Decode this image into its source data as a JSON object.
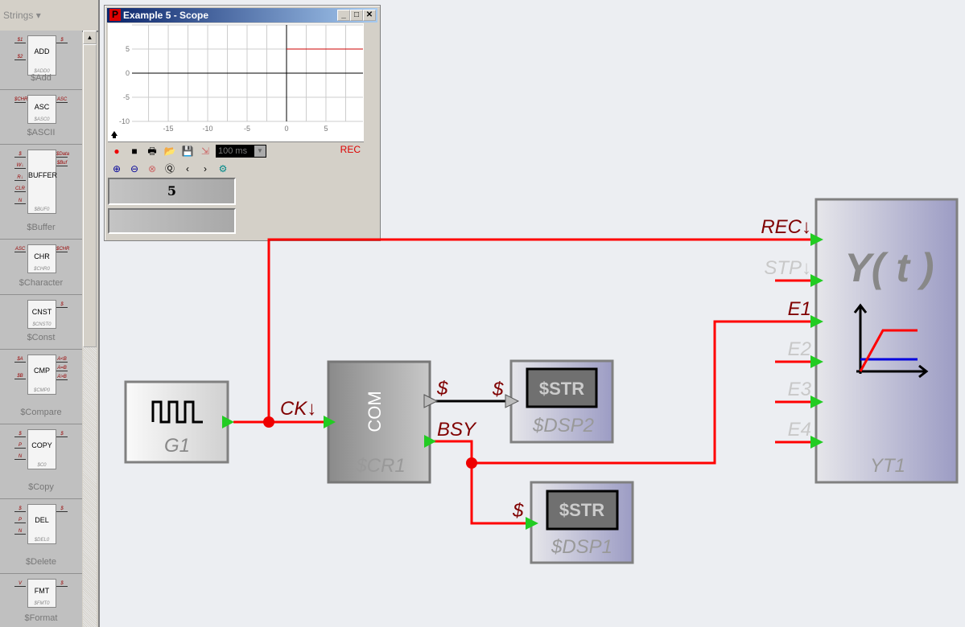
{
  "palette": {
    "category": "Strings",
    "items": [
      {
        "label": "$Add",
        "block": "ADD",
        "sub": "$ADD0",
        "inputs": [
          "$1",
          "$2"
        ],
        "outputs": [
          "$"
        ]
      },
      {
        "label": "$ASCII",
        "block": "ASC",
        "sub": "$ASC0",
        "inputs": [
          "$CHR"
        ],
        "outputs": [
          "ASC"
        ]
      },
      {
        "label": "$Buffer",
        "block": "BUFFER",
        "sub": "$BUF0",
        "inputs": [
          "$",
          "W↓",
          "R↓",
          "CLR",
          "N"
        ],
        "outputs": [
          "$Data",
          "$Buf"
        ]
      },
      {
        "label": "$Character",
        "block": "CHR",
        "sub": "$CHR0",
        "inputs": [
          "ASC"
        ],
        "outputs": [
          "$CHR"
        ]
      },
      {
        "label": "$Const",
        "block": "CNST",
        "sub": "$CNST0",
        "inputs": [],
        "outputs": [
          "$"
        ]
      },
      {
        "label": "$Compare",
        "block": "CMP",
        "sub": "$CMP0",
        "inputs": [
          "$A",
          "$B"
        ],
        "outputs": [
          "A<B",
          "A=B",
          "A>B"
        ]
      },
      {
        "label": "$Copy",
        "block": "COPY",
        "sub": "$C0",
        "inputs": [
          "$",
          "P",
          "N"
        ],
        "outputs": [
          "$"
        ]
      },
      {
        "label": "$Delete",
        "block": "DEL",
        "sub": "$DEL0",
        "inputs": [
          "$",
          "P",
          "N"
        ],
        "outputs": [
          "$"
        ]
      },
      {
        "label": "$Format",
        "block": "FMT",
        "sub": "$FMT0",
        "inputs": [
          "V"
        ],
        "outputs": [
          "$"
        ]
      }
    ]
  },
  "scope": {
    "title": "Example 5 - Scope",
    "rec": "REC",
    "rate": "100 ms",
    "display1": "5",
    "display2": "",
    "x_ticks": [
      "-15",
      "-10",
      "-5",
      "0",
      "5"
    ],
    "y_ticks": [
      "5",
      "0",
      "-5",
      "-10"
    ],
    "xlim": [
      -19.6,
      9.7
    ],
    "ylim": [
      -10,
      10
    ],
    "trace_color": "#cc0000",
    "trace": [
      {
        "x": 0,
        "y": 5
      },
      {
        "x": 9.7,
        "y": 5
      }
    ]
  },
  "diagram": {
    "g1": {
      "name": "G1"
    },
    "com": {
      "title": "COM",
      "name": "$CR1",
      "pin_ck": "CK↓",
      "pin_out": "$",
      "pin_bsy": "BSY"
    },
    "dsp2": {
      "text": "$STR",
      "name": "$DSP2",
      "pin": "$"
    },
    "dsp1": {
      "text": "$STR",
      "name": "$DSP1",
      "pin": "$"
    },
    "yt1": {
      "title": "Y( t )",
      "name": "YT1",
      "pins": [
        "REC↓",
        "STP↓",
        "E1",
        "E2",
        "E3",
        "E4"
      ]
    },
    "colors": {
      "wire": "#ff0000",
      "pin": "#22cc22",
      "label_active": "#800000",
      "label_inactive": "#c8c8c8"
    }
  }
}
